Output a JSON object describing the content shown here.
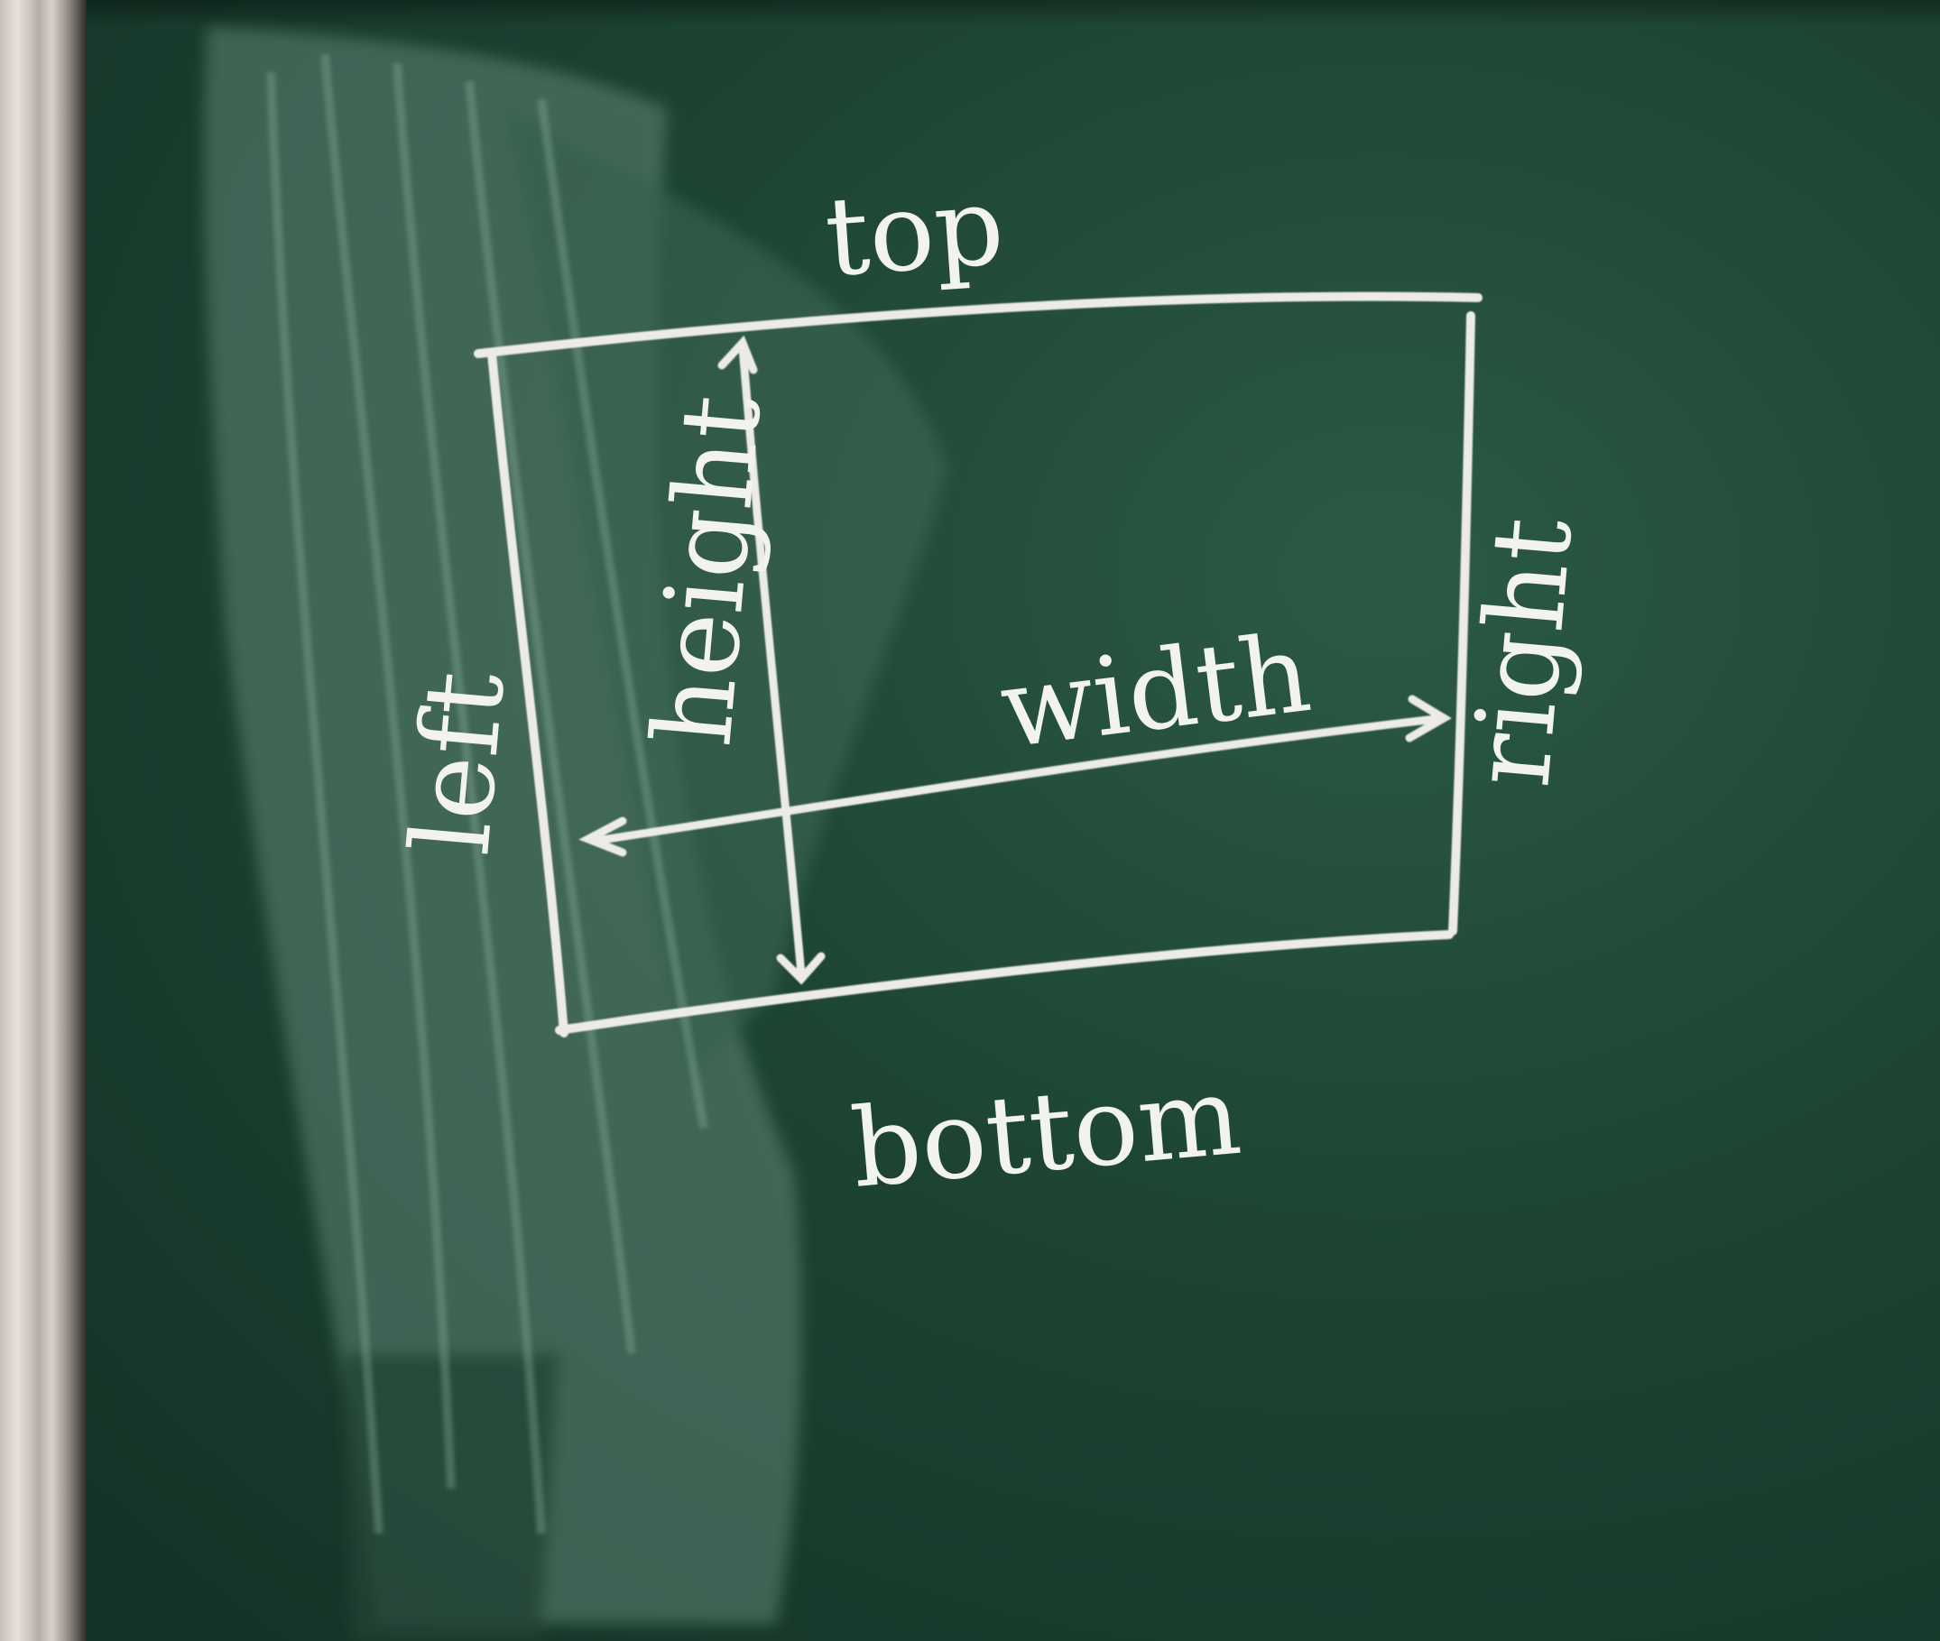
{
  "labels": {
    "top": "top",
    "bottom": "bottom",
    "left": "left",
    "right": "right",
    "width": "width",
    "height": "height"
  },
  "colors": {
    "board": "#1d4433",
    "chalk": "#f2f2ee",
    "frame": "#d9d2cb"
  }
}
